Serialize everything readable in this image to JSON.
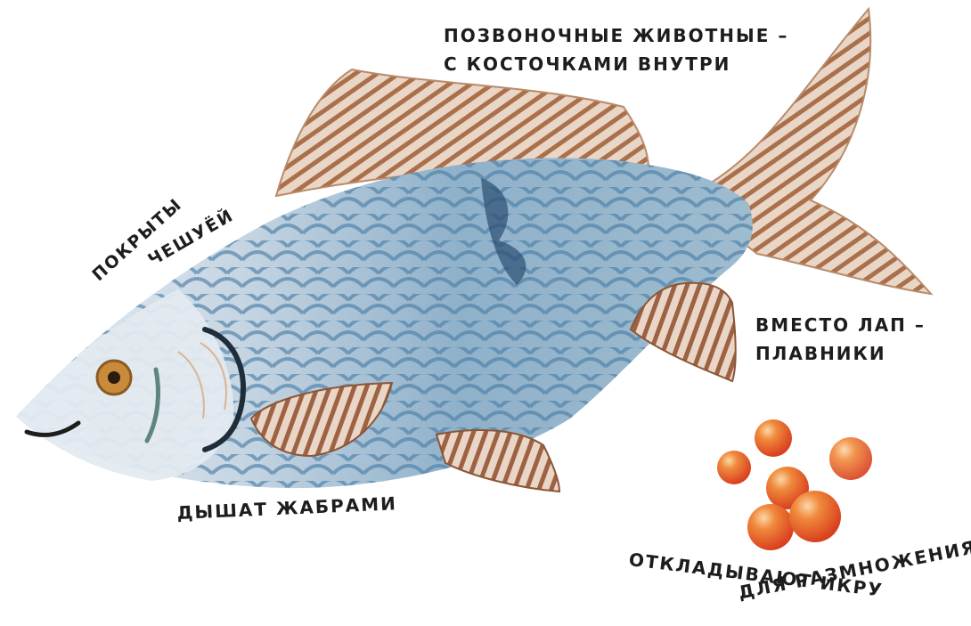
{
  "labels": {
    "vertebrates": [
      "ПОЗВОНОЧНЫЕ ЖИВОТНЫЕ –",
      "С КОСТОЧКАМИ ВНУТРИ"
    ],
    "scales": [
      "ПОКРЫТЫ",
      "ЧЕШУЁЙ"
    ],
    "fins": [
      "ВМЕСТО ЛАП –",
      "ПЛАВНИКИ"
    ],
    "gills": "ДЫШАТ ЖАБРАМИ",
    "roe": [
      "ОТКЛАДЫВАЮТ ИКРУ",
      "ДЛЯ РАЗМНОЖЕНИЯ"
    ]
  },
  "colors": {
    "label_text": "#1d1d1b",
    "fin_fill": "#e8d2c0",
    "fin_stripe": "#a86a45",
    "body_light": "#dfe7ef",
    "body_blue": "#7fa3bf",
    "scale_stroke": "#4b7ea6",
    "eye_iris": "#c98a3a",
    "roe": "#e4542a"
  },
  "icons": [
    "fish-illustration",
    "roe-eggs-illustration"
  ]
}
